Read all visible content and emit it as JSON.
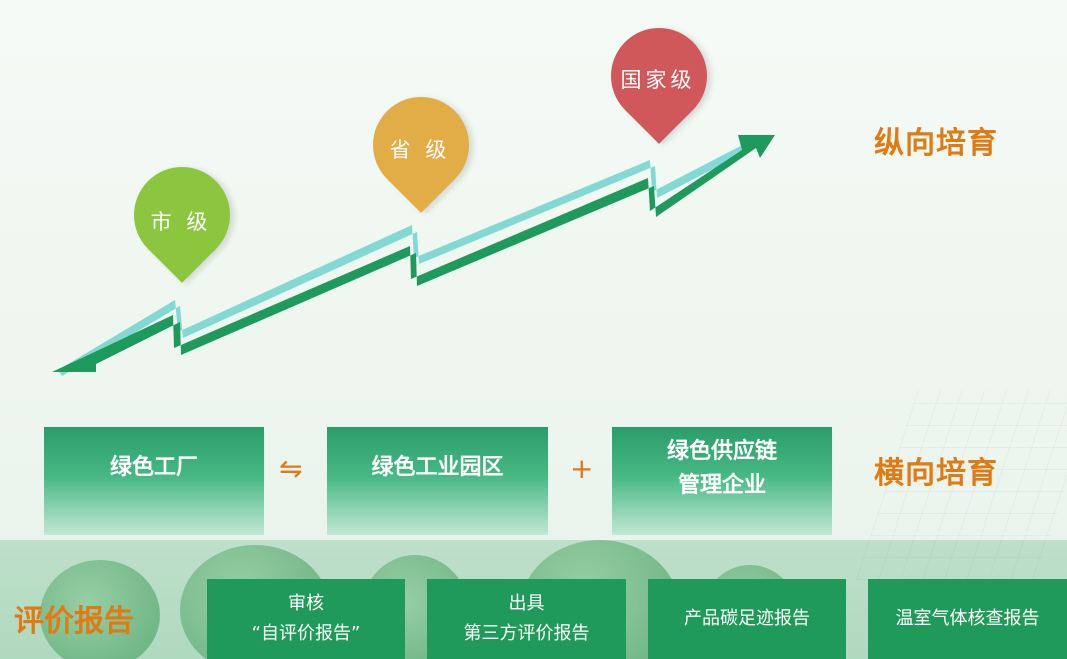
{
  "vertical": {
    "title": "纵向培育",
    "levels": [
      {
        "label": "市 级",
        "color": "#8cc63f"
      },
      {
        "label": "省 级",
        "color": "#e2ad47"
      },
      {
        "label": "国家级",
        "color": "#d0585a"
      }
    ],
    "arrow_colors": {
      "dark": "#1e9a5c",
      "light": "#6fd3cf"
    }
  },
  "horizontal": {
    "title": "横向培育",
    "boxes": [
      {
        "label": "绿色工厂"
      },
      {
        "label": "绿色工业园区"
      },
      {
        "label": "绿色供应链\n管理企业"
      }
    ],
    "operators": [
      "⇋",
      "+"
    ]
  },
  "reports": {
    "title": "评价报告",
    "items": [
      {
        "label": "审核\n“自评价报告”"
      },
      {
        "label": "出具\n第三方评价报告"
      },
      {
        "label": "产品碳足迹报告"
      },
      {
        "label": "温室气体核查报告"
      }
    ]
  },
  "colors": {
    "accent_orange": "#e07a12",
    "box_green": "#1f9a5a"
  }
}
